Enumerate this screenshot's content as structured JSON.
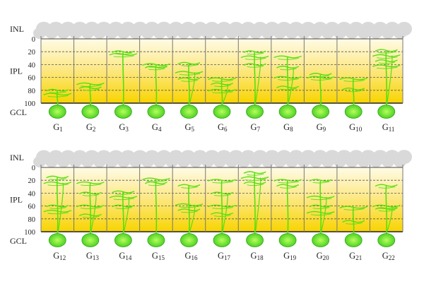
{
  "layer_labels": {
    "inl": "INL",
    "ipl": "IPL",
    "gcl": "GCL"
  },
  "depth_ticks": [
    "0",
    "20",
    "40",
    "60",
    "80",
    "100"
  ],
  "colors": {
    "band_top": "#fffbe6",
    "band_bottom": "#f8d400",
    "dendrite": "#55e010",
    "soma_fill": "#3cc81c",
    "soma_core": "#b6ff5a",
    "inl_cell": "#d9d9d9",
    "dashed": "#555555",
    "divider": "#777777"
  },
  "rows": [
    {
      "types": [
        {
          "prefix": "G",
          "num": "1",
          "strata": [
            80,
            86
          ]
        },
        {
          "prefix": "G",
          "num": "2",
          "strata": [
            70,
            76
          ]
        },
        {
          "prefix": "G",
          "num": "3",
          "strata": [
            20,
            24
          ]
        },
        {
          "prefix": "G",
          "num": "4",
          "strata": [
            40,
            44
          ]
        },
        {
          "prefix": "G",
          "num": "5",
          "strata": [
            38,
            52,
            62
          ]
        },
        {
          "prefix": "G",
          "num": "6",
          "strata": [
            62,
            70,
            80
          ]
        },
        {
          "prefix": "G",
          "num": "7",
          "strata": [
            20,
            28,
            40
          ]
        },
        {
          "prefix": "G",
          "num": "8",
          "strata": [
            28,
            44,
            60,
            75
          ]
        },
        {
          "prefix": "G",
          "num": "9",
          "strata": [
            55,
            60
          ]
        },
        {
          "prefix": "G",
          "num": "10",
          "strata": [
            62,
            78
          ]
        },
        {
          "prefix": "G",
          "num": "11",
          "strata": [
            18,
            26,
            34,
            42
          ]
        }
      ]
    },
    {
      "types": [
        {
          "prefix": "G",
          "num": "12",
          "strata": [
            15,
            24,
            60,
            68
          ]
        },
        {
          "prefix": "G",
          "num": "13",
          "strata": [
            24,
            40,
            60,
            74
          ]
        },
        {
          "prefix": "G",
          "num": "14",
          "strata": [
            38,
            46,
            60
          ]
        },
        {
          "prefix": "G",
          "num": "15",
          "strata": [
            18,
            24
          ]
        },
        {
          "prefix": "G",
          "num": "16",
          "strata": [
            28,
            58,
            66
          ]
        },
        {
          "prefix": "G",
          "num": "17",
          "strata": [
            20,
            40,
            60,
            72
          ]
        },
        {
          "prefix": "G",
          "num": "18",
          "strata": [
            8,
            16,
            24
          ]
        },
        {
          "prefix": "G",
          "num": "19",
          "strata": [
            20,
            28
          ]
        },
        {
          "prefix": "G",
          "num": "20",
          "strata": [
            20,
            46,
            60,
            70
          ]
        },
        {
          "prefix": "G",
          "num": "21",
          "strata": [
            62,
            84
          ]
        },
        {
          "prefix": "G",
          "num": "22",
          "strata": [
            28,
            60,
            64
          ]
        }
      ]
    }
  ]
}
